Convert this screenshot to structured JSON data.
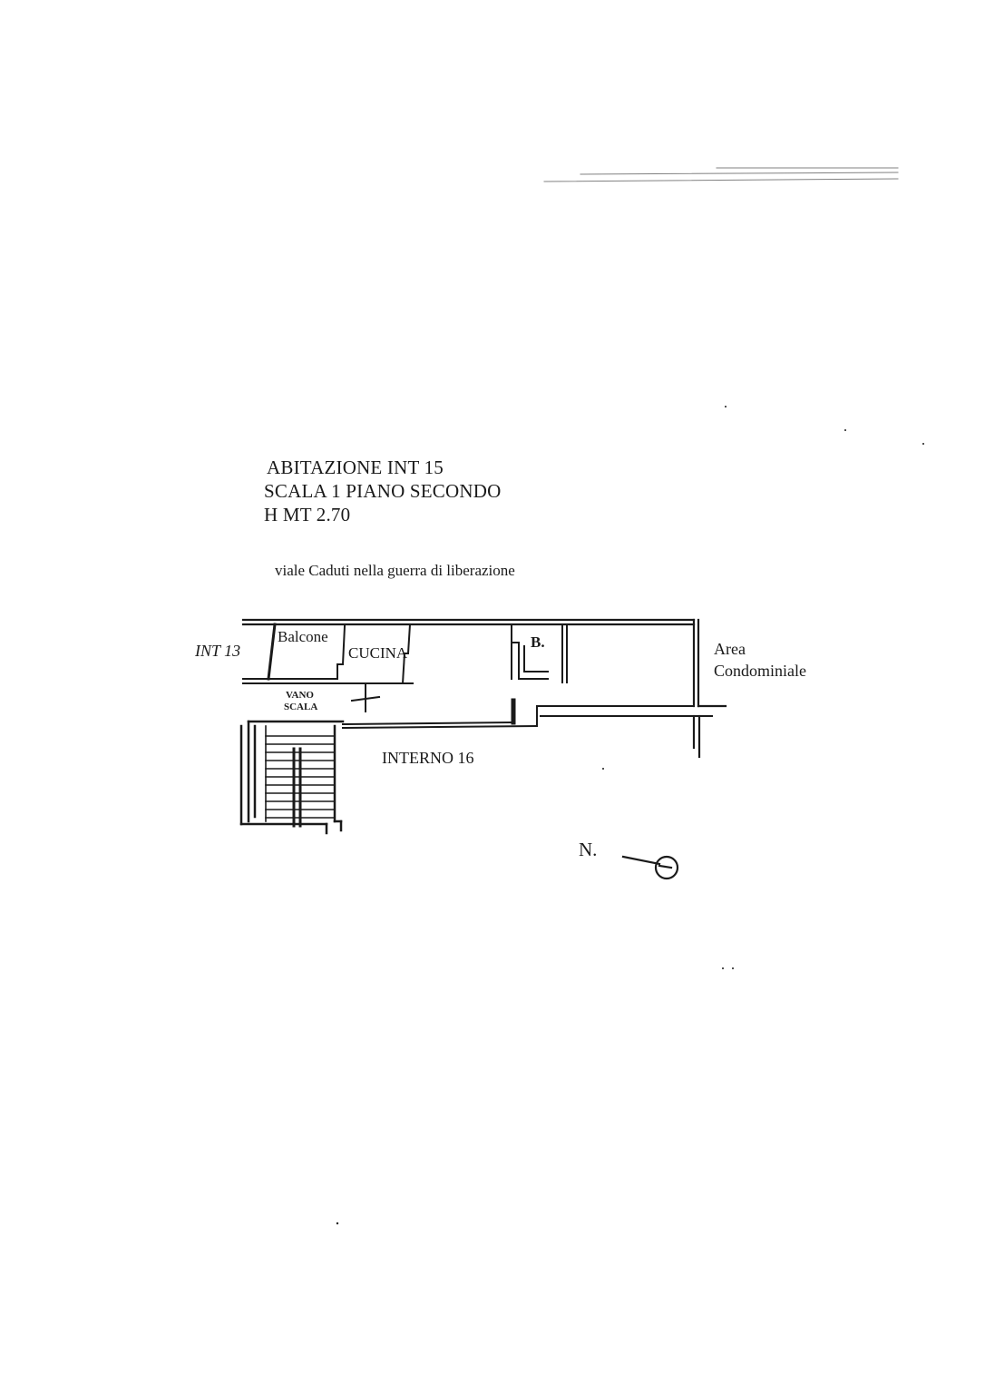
{
  "header": {
    "line1": "ABITAZIONE INT 15",
    "line2": "SCALA 1 PIANO SECONDO",
    "line3": "H MT 2.70"
  },
  "street_label": "viale Caduti nella guerra di liberazione",
  "labels": {
    "int13": "INT 13",
    "balcone": "Balcone",
    "cucina": "CUCINA",
    "bagno": "B.",
    "area_line1": "Area",
    "area_line2": "Condominiale",
    "vano": "VANO",
    "scala": "SCALA",
    "interno16": "INTERNO 16",
    "north": "N."
  },
  "colors": {
    "ink": "#1a1a1a",
    "paper": "#ffffff"
  }
}
